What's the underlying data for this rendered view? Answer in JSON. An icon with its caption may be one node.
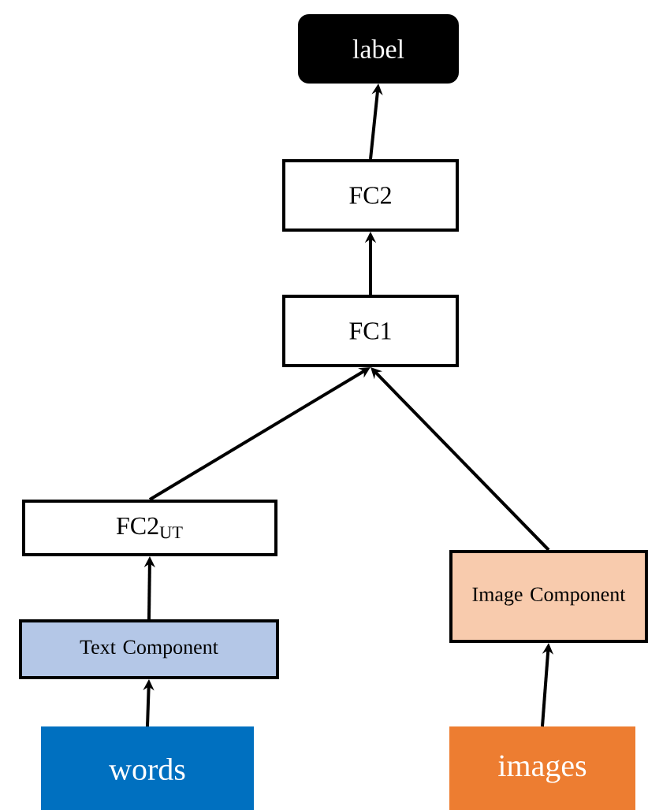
{
  "diagram": {
    "nodes": [
      {
        "text": [
          "label"
        ]
      },
      {
        "text": [
          "FC2"
        ]
      },
      {
        "text": [
          "FC1"
        ]
      },
      {
        "text": [
          "FC2$_{UT}$"
        ]
      },
      {
        "text": [
          "Text Component"
        ]
      },
      {
        "text": [
          "Image Component"
        ]
      },
      {
        "text": [
          "words"
        ]
      },
      {
        "text": [
          "images"
        ]
      }
    ],
    "edges": [
      {
        "from": 6,
        "to": 4,
        "arrow": "to"
      },
      {
        "from": 4,
        "to": 3,
        "arrow": "to"
      },
      {
        "from": 3,
        "to": 2,
        "arrow": "to"
      },
      {
        "from": 7,
        "to": 5,
        "arrow": "to"
      },
      {
        "from": 5,
        "to": 2,
        "arrow": "to"
      },
      {
        "from": 2,
        "to": 1,
        "arrow": "to"
      },
      {
        "from": 1,
        "to": 0,
        "arrow": "to"
      }
    ]
  }
}
